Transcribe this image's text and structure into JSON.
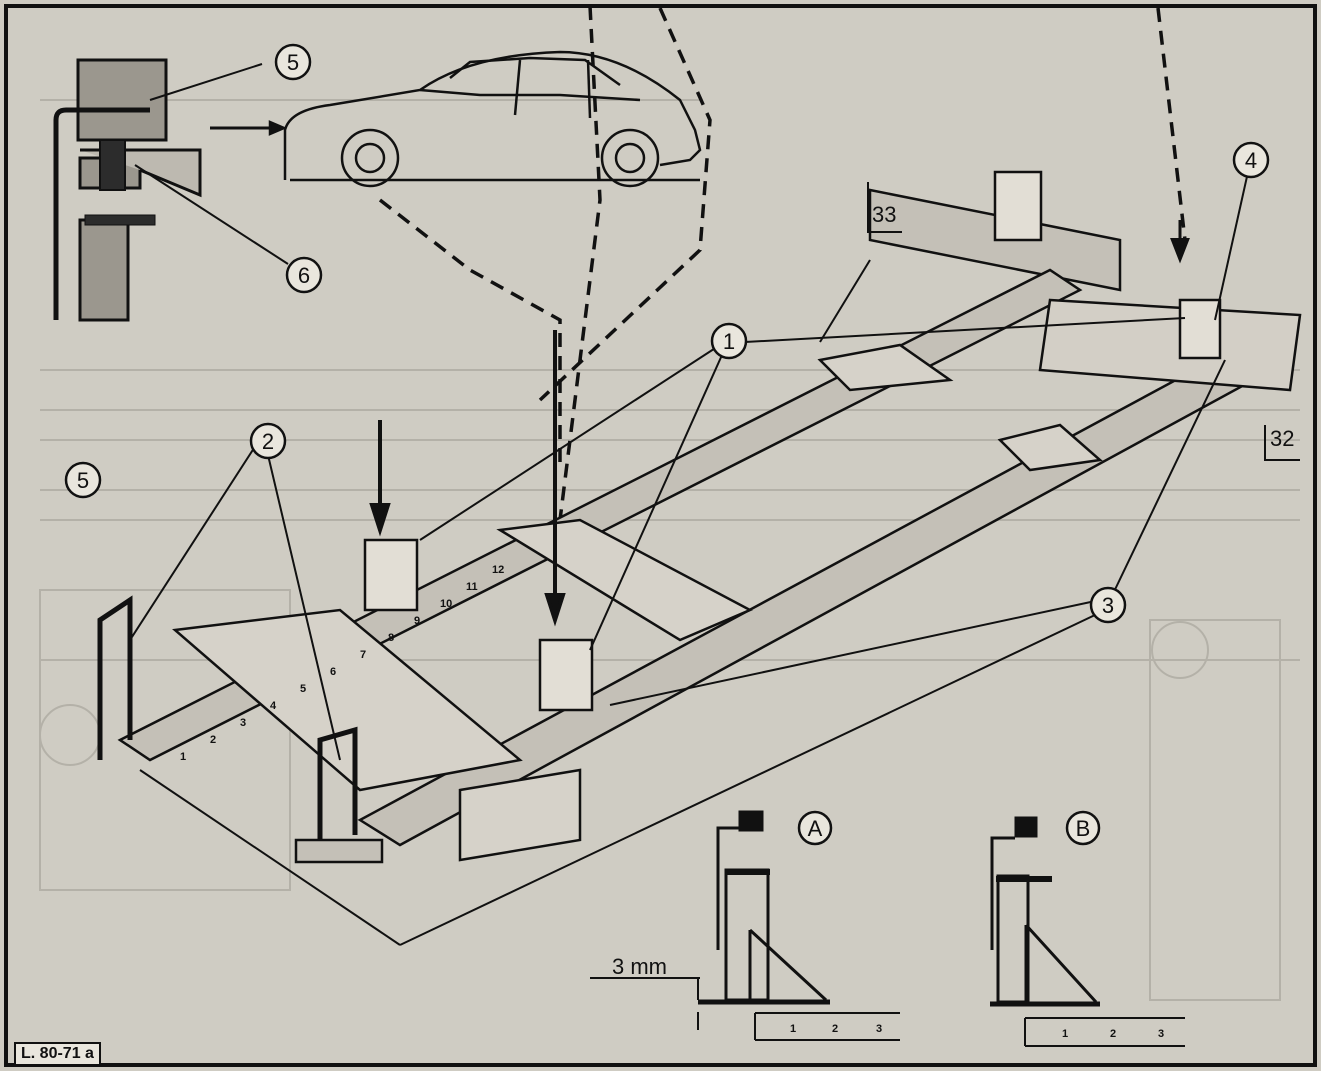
{
  "figure_id": "L. 80-71 a",
  "callouts": {
    "c1": "1",
    "c2": "2",
    "c3": "3",
    "c4": "4",
    "c5_top": "5",
    "c5_left": "5",
    "c6": "6",
    "detail_a": "A",
    "detail_b": "B"
  },
  "dimension_label": "3 mm",
  "edge_labels": {
    "left": "33",
    "right": "32"
  },
  "scale_numbers": [
    "1",
    "2",
    "3"
  ],
  "rail_numbers": [
    "1",
    "2",
    "3",
    "4",
    "5",
    "6",
    "7",
    "8",
    "9",
    "10",
    "11",
    "12"
  ],
  "colors": {
    "ink": "#111111",
    "paper": "#cfccc3",
    "faded_text": "#a9a69d"
  }
}
